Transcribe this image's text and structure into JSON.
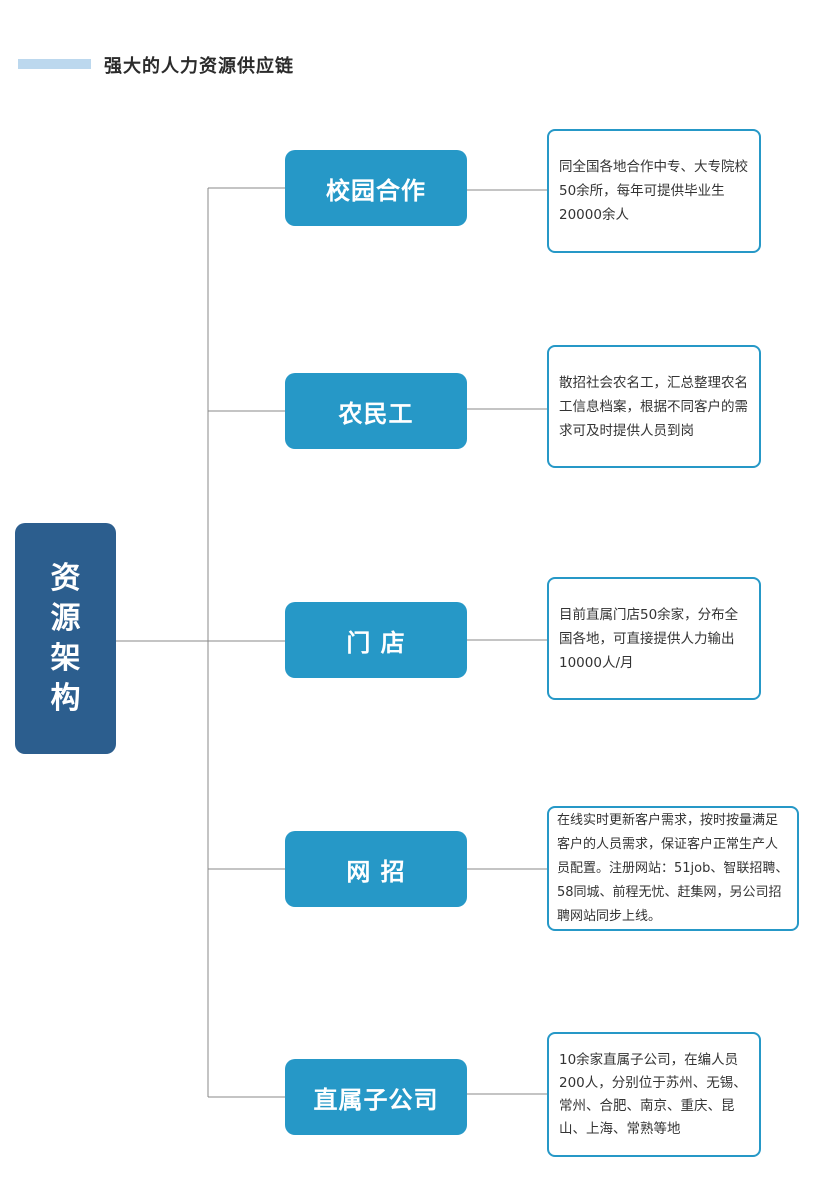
{
  "header": {
    "title": "强大的人力资源供应链"
  },
  "root": {
    "label": "资源架构"
  },
  "branches": [
    {
      "label": "校园合作",
      "desc": "同全国各地合作中专、大专院校50余所，每年可提供毕业生20000余人"
    },
    {
      "label": "农民工",
      "desc": "散招社会农名工，汇总整理农名工信息档案，根据不同客户的需求可及时提供人员到岗"
    },
    {
      "label": "门 店",
      "desc": "目前直属门店50余家，分布全国各地，可直接提供人力输出10000人/月"
    },
    {
      "label": "网 招",
      "desc": "在线实时更新客户需求，按时按量满足客户的人员需求，保证客户正常生产人员配置。注册网站：51job、智联招聘、58同城、前程无忧、赶集网，另公司招聘网站同步上线。"
    },
    {
      "label": "直属子公司",
      "desc": "10余家直属子公司，在编人员200人，分别位于苏州、无锡、常州、合肥、南京、重庆、昆山、上海、常熟等地"
    }
  ],
  "colors": {
    "root": "#2c5e8e",
    "branch": "#2698c7",
    "accent_bar": "#bcd8ee",
    "line": "#888888"
  }
}
